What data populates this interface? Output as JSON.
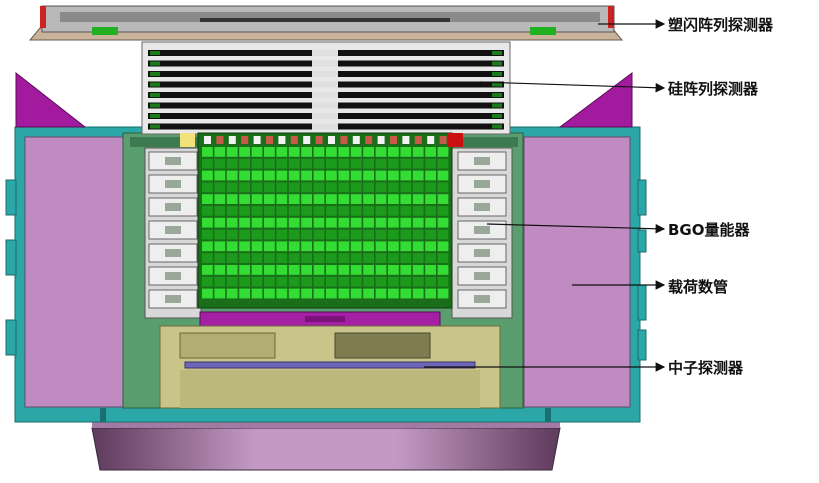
{
  "labels": {
    "plastic_scintillator": "塑闪阵列探测器",
    "silicon_array": "硅阵列探测器",
    "bgo_calorimeter": "BGO量能器",
    "payload_tube": "载荷数管",
    "neutron_detector": "中子探测器"
  },
  "colors": {
    "plastic_panel": "#c9b49b",
    "silicon_frame": "#e0e0e0",
    "silicon_strip": "#111111",
    "silicon_tab": "#1b7a1b",
    "bgo_crystal": "#33dd33",
    "bgo_crystal_dark": "#1c9a1c",
    "purple_side": "#c08ac2",
    "magenta_wedge": "#a21a9e",
    "teal_frame": "#2aa7a6",
    "green_structure": "#5a9e6f",
    "yellow_support": "#c8c48a",
    "neutron_bar": "#6e66b8",
    "base_ring": "#c09ac0",
    "arrow": "#111111"
  }
}
